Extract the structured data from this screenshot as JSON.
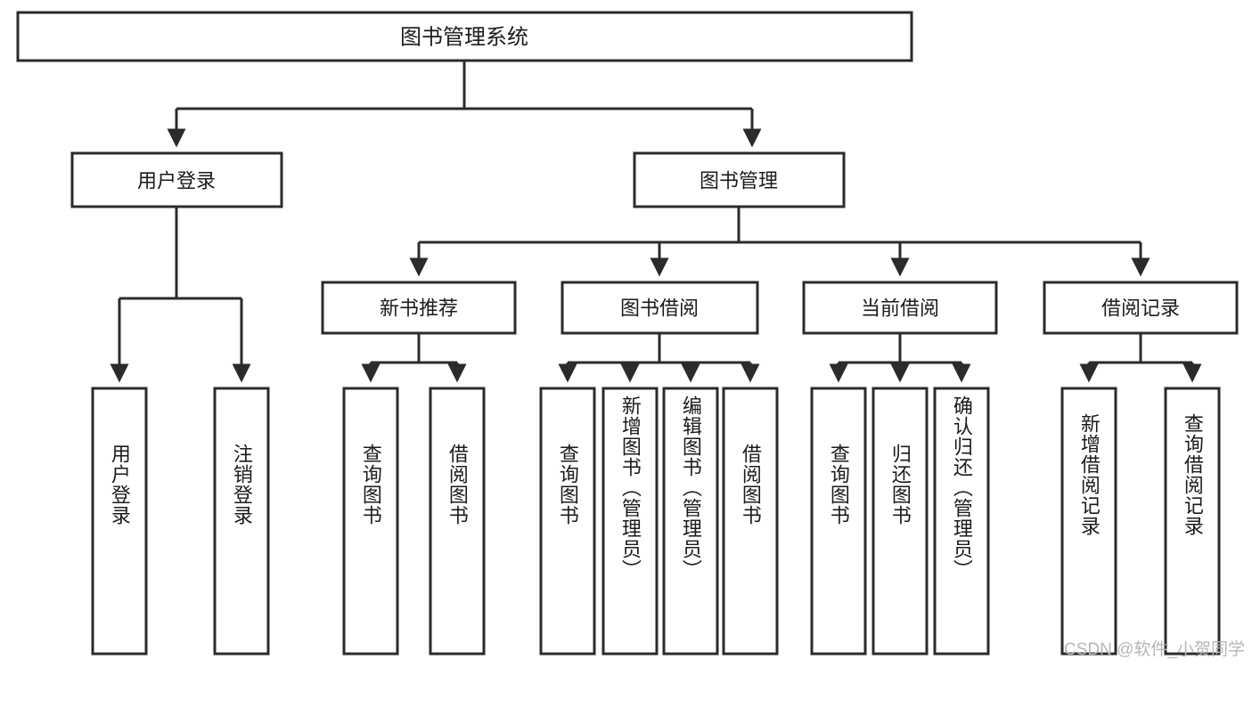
{
  "diagram": {
    "title_node": {
      "label": "图书管理系统"
    },
    "level2": [
      {
        "id": "user-login",
        "label": "用户登录"
      },
      {
        "id": "book-manage",
        "label": "图书管理"
      }
    ],
    "level3": [
      {
        "id": "new-book-recommend",
        "label": "新书推荐"
      },
      {
        "id": "book-borrow",
        "label": "图书借阅"
      },
      {
        "id": "current-borrow",
        "label": "当前借阅"
      },
      {
        "id": "borrow-record",
        "label": "借阅记录"
      }
    ],
    "leaves": {
      "user_login": [
        {
          "id": "leaf-user-login",
          "label": "用户登录"
        },
        {
          "id": "leaf-logout-login",
          "label": "注销登录"
        }
      ],
      "new_book_recommend": [
        {
          "id": "leaf-query-book-1",
          "label": "查询图书"
        },
        {
          "id": "leaf-borrow-book-1",
          "label": "借阅图书"
        }
      ],
      "book_borrow": [
        {
          "id": "leaf-query-book-2",
          "label": "查询图书"
        },
        {
          "id": "leaf-add-book",
          "label": "新增图书（管理员）"
        },
        {
          "id": "leaf-edit-book",
          "label": "编辑图书（管理员）"
        },
        {
          "id": "leaf-borrow-book-2",
          "label": "借阅图书"
        }
      ],
      "current_borrow": [
        {
          "id": "leaf-query-book-3",
          "label": "查询图书"
        },
        {
          "id": "leaf-return-book",
          "label": "归还图书"
        },
        {
          "id": "leaf-confirm-return",
          "label": "确认归还（管理员）"
        }
      ],
      "borrow_record": [
        {
          "id": "leaf-add-record",
          "label": "新增借阅记录"
        },
        {
          "id": "leaf-query-record",
          "label": "查询借阅记录"
        }
      ]
    }
  },
  "watermark": {
    "text": "CSDN @软件_小贺同学"
  },
  "colors": {
    "stroke": "#2b2b2b",
    "fill": "#ffffff",
    "text": "#1b1b1b",
    "watermark": "#b6b6b6",
    "background": "#ffffff"
  }
}
